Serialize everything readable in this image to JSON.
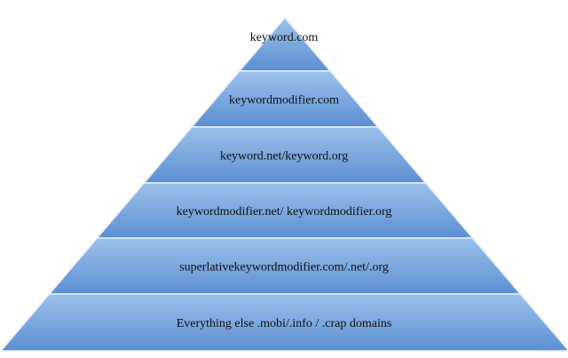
{
  "pyramid": {
    "tiers": [
      {
        "label": "keyword.com"
      },
      {
        "label": "keywordmodifier.com"
      },
      {
        "label": "keyword.net/keyword.org"
      },
      {
        "label": "keywordmodifier.net/ keywordmodifier.org"
      },
      {
        "label": "superlativekeywordmodifier.com/.net/.org"
      },
      {
        "label": "Everything else .mobi/.info / .crap domains"
      }
    ],
    "colors": {
      "fill_top": "#9cc1ea",
      "fill_bottom": "#5b8fd2",
      "divider": "#e8f0fb",
      "edge_shadow": "#7aa3d8"
    }
  }
}
